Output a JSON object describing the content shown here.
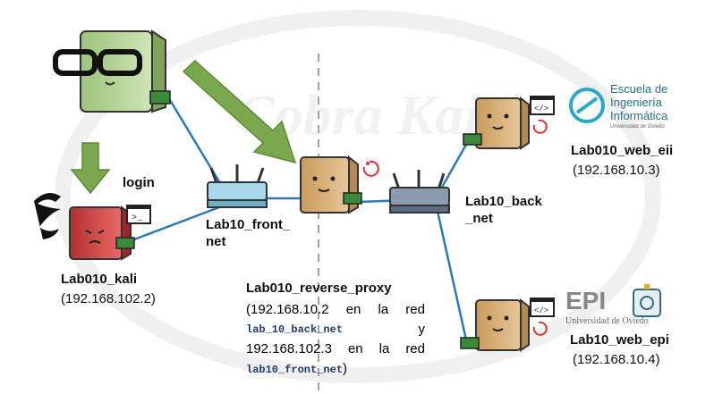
{
  "background": {
    "watermark": "Cobra Kai"
  },
  "labels": {
    "login": "login",
    "front_net": [
      "Lab10_front_",
      "net"
    ],
    "back_net": [
      "Lab10_back",
      "_net"
    ]
  },
  "hosts": {
    "kali": {
      "name": "Lab010_kali",
      "ip": "(192.168.102.2)"
    },
    "reverse_proxy": {
      "name": "Lab010_reverse_proxy",
      "line1": [
        "(192.168.10.2",
        "en",
        "la",
        "red"
      ],
      "line2_code": "lab_10_back_net",
      "line2_tail": "y",
      "line3": [
        "192.168.102.3",
        "en",
        "la",
        "red"
      ],
      "line4_code": "lab10_front_net",
      "line4_tail": ")"
    },
    "web_eii": {
      "name": "Lab010_web_eii",
      "ip": "(192.168.10.3)"
    },
    "web_epi": {
      "name": "Lab10_web_epi",
      "ip": "(192.168.10.4)"
    }
  },
  "logos": {
    "eii": [
      "Escuela de",
      "Ingeniería",
      "Informática",
      "Universidad de Oviedo"
    ],
    "epi": [
      "EPI",
      "Universidad de Oviedo"
    ]
  },
  "colors": {
    "link": "#2a7ab8",
    "arrow": "#7ba84e",
    "dashed": "#9aa4b5",
    "server": "#d9b27c",
    "kali_server": "#d64545",
    "attacker_pc": "#b9d79a",
    "router_front": "#a8d8ea",
    "router_back": "#8d9bb0"
  }
}
